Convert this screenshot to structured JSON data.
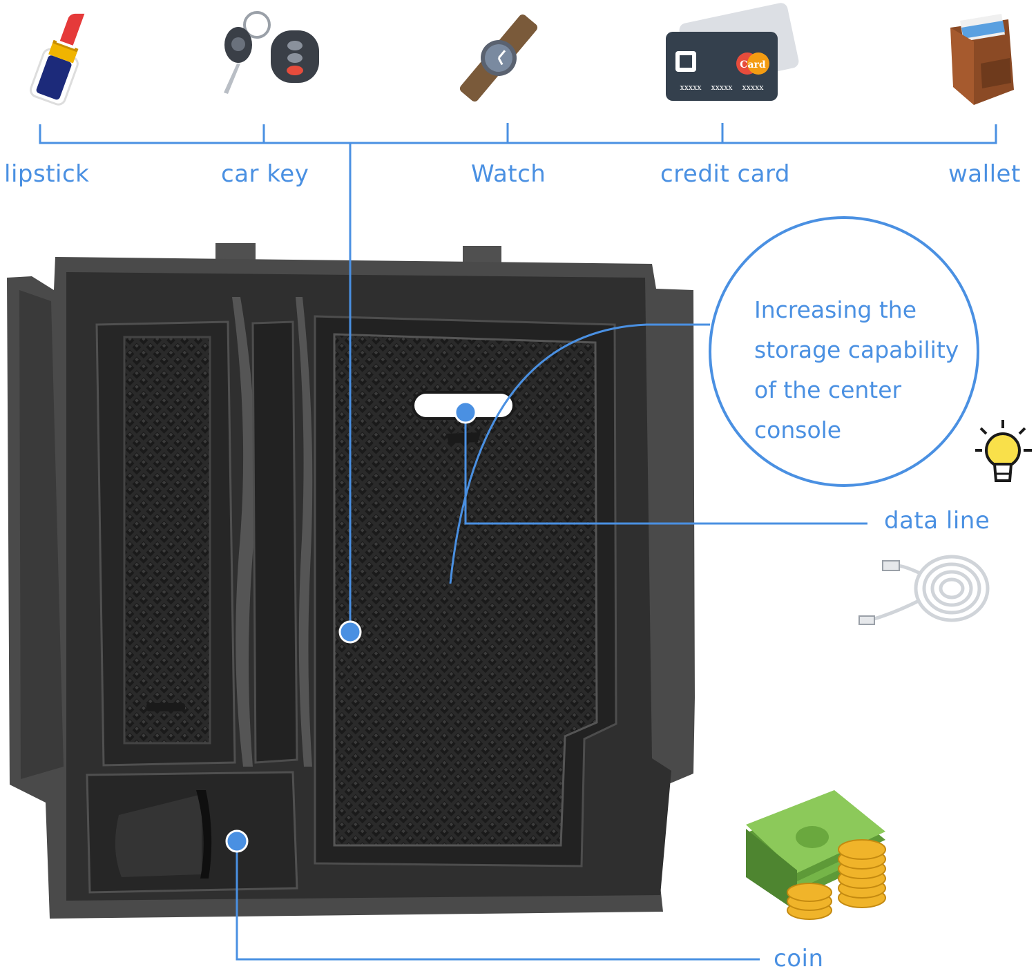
{
  "colors": {
    "accent": "#4a90e2",
    "tray_dark": "#2b2b2b",
    "tray_mid": "#3a3a3a",
    "tray_light": "#5a5a5a"
  },
  "icons": {
    "lipstick": "lipstick-icon",
    "car_key": "car-key-icon",
    "watch": "watch-icon",
    "credit_card": "credit-card-icon",
    "wallet": "wallet-icon",
    "bulb": "light-bulb-icon",
    "cable": "usb-cable-icon",
    "money": "cash-and-coins-icon"
  },
  "labels": {
    "lipstick": "lipstick",
    "car_key": "car key",
    "watch": "Watch",
    "credit_card": "credit card",
    "wallet": "wallet",
    "data_line": "data line",
    "coin": "coin"
  },
  "card_text": {
    "badge": "Card",
    "digits": [
      "xxxxx",
      "xxxxx",
      "xxxxx"
    ]
  },
  "callout": {
    "lines": [
      "Increasing the",
      "storage capability",
      "of the center",
      "console"
    ]
  }
}
